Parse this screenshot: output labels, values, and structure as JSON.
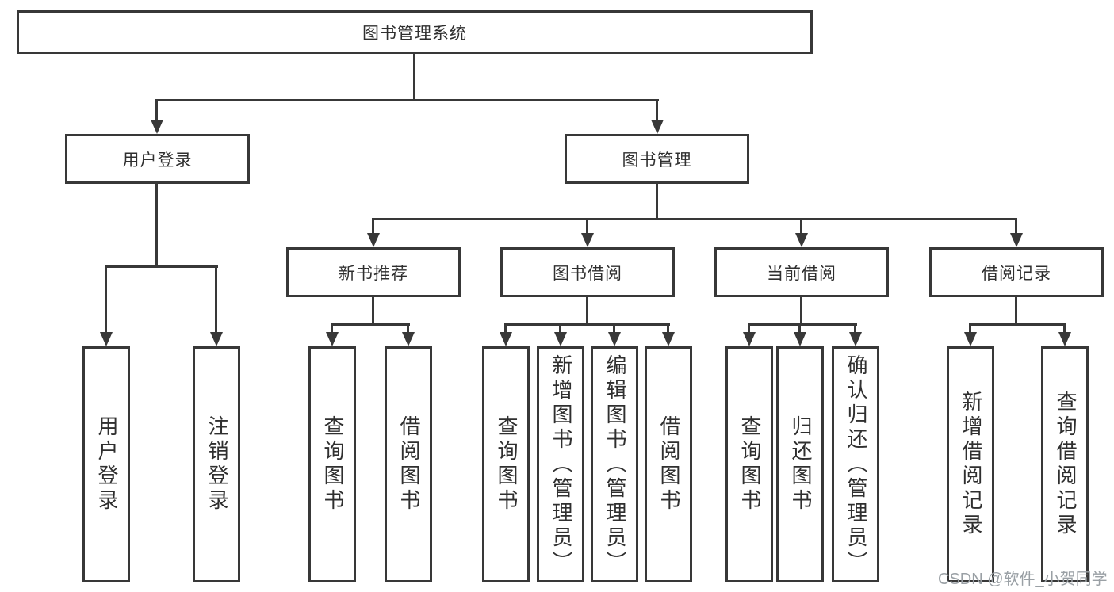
{
  "diagram": {
    "root": {
      "label": "图书管理系统"
    },
    "branches": {
      "user_login": {
        "label": "用户登录"
      },
      "book_mgmt": {
        "label": "图书管理"
      }
    },
    "modules": {
      "new_books": {
        "label": "新书推荐"
      },
      "borrowing": {
        "label": "图书借阅"
      },
      "current": {
        "label": "当前借阅"
      },
      "records": {
        "label": "借阅记录"
      }
    },
    "leaves": {
      "user_login": {
        "label": "用户登录"
      },
      "logout": {
        "label": "注销登录"
      },
      "nb_query": {
        "label": "查询图书"
      },
      "nb_borrow": {
        "label": "借阅图书"
      },
      "bb_query": {
        "label": "查询图书"
      },
      "bb_add": {
        "label": "新增图书（管理员）"
      },
      "bb_edit": {
        "label": "编辑图书（管理员）"
      },
      "bb_borrow": {
        "label": "借阅图书"
      },
      "cb_query": {
        "label": "查询图书"
      },
      "cb_return": {
        "label": "归还图书"
      },
      "cb_confirm": {
        "label": "确认归还（管理员）"
      },
      "br_add": {
        "label": "新增借阅记录"
      },
      "br_query": {
        "label": "查询借阅记录"
      }
    }
  },
  "watermark": {
    "text": "CSDN @软件_小贺同学"
  },
  "colors": {
    "line": "#383838",
    "text": "#2f2f2f",
    "watermark": "#9aa0a5",
    "background": "#ffffff"
  }
}
